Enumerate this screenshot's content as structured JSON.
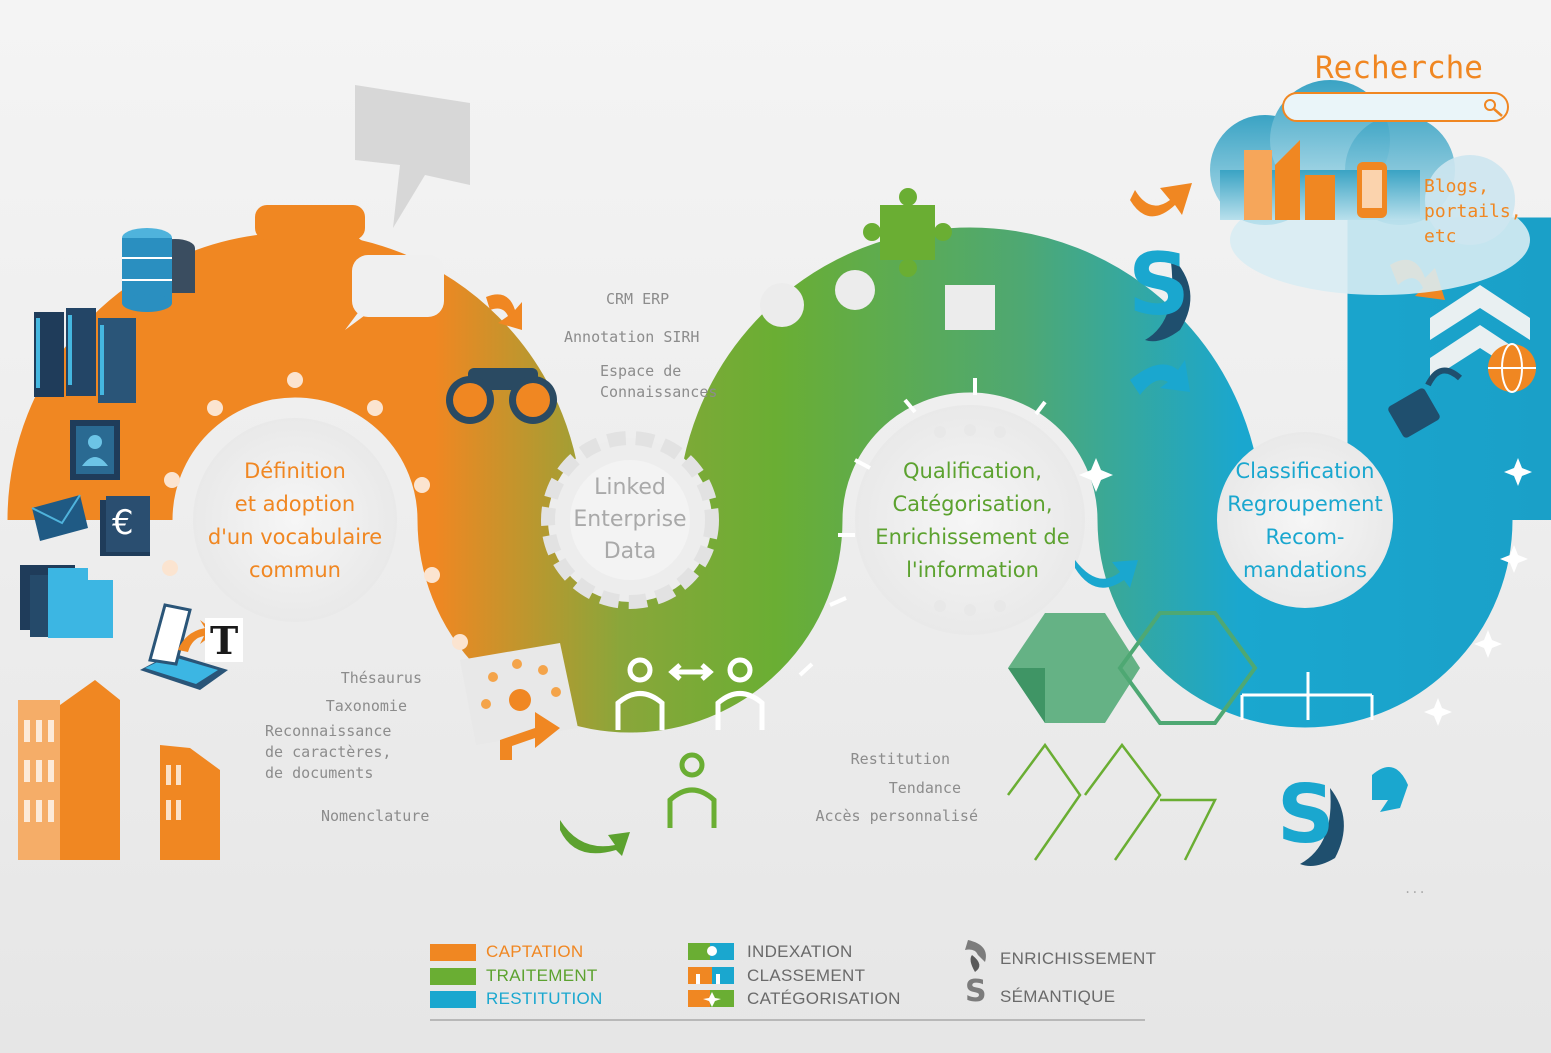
{
  "stages": [
    {
      "id": "definition",
      "lines": [
        "Définition",
        "et adoption",
        "d'un vocabulaire",
        "commun"
      ],
      "color": "#f08722"
    },
    {
      "id": "linked",
      "lines": [
        "Linked",
        "Enterprise",
        "Data"
      ],
      "color": "#a9a9a9"
    },
    {
      "id": "qualification",
      "lines": [
        "Qualification,",
        "Catégorisation,",
        "Enrichissement de",
        "l'information"
      ],
      "color": "#5ca22f"
    },
    {
      "id": "classification",
      "lines": [
        "Classification",
        "Regroupement",
        "Recom-",
        "mandations"
      ],
      "color": "#1aa7cf"
    }
  ],
  "annotations": {
    "crm_erp": "CRM  ERP",
    "annotation_sirh": "Annotation  SIRH",
    "espace": [
      "Espace de",
      "Connaissances"
    ],
    "thesaurus": "Thésaurus",
    "taxonomie": "Taxonomie",
    "reconnaissance": [
      "Reconnaissance",
      "de caractères,",
      "de documents"
    ],
    "nomenclature": "Nomenclature",
    "restitution": "Restitution",
    "tendance": "Tendance",
    "acces": "Accès personnalisé",
    "ellipsis": "..."
  },
  "search": {
    "title": "Recherche",
    "blogs": [
      "Blogs,",
      "portails, etc"
    ]
  },
  "icon_letters": {
    "euro": "€",
    "t": "T",
    "s": "S"
  },
  "legend": {
    "phases": [
      {
        "label": "CAPTATION",
        "color": "#f08722"
      },
      {
        "label": "TRAITEMENT",
        "color": "#6aae33"
      },
      {
        "label": "RESTITUTION",
        "color": "#1aa7cf"
      }
    ],
    "operations": [
      {
        "label": "INDEXATION",
        "icon": "indexation-icon"
      },
      {
        "label": "CLASSEMENT",
        "icon": "classement-icon"
      },
      {
        "label": "CATÉGORISATION",
        "icon": "categorisation-icon"
      }
    ],
    "concepts": [
      {
        "label": "ENRICHISSEMENT",
        "icon": "enrichissement-icon"
      },
      {
        "label": "SÉMANTIQUE",
        "icon": "semantique-icon"
      }
    ]
  },
  "colors": {
    "orange": "#f08722",
    "green": "#6aae33",
    "blue": "#1aa7cf",
    "navy": "#1f4f6e"
  }
}
